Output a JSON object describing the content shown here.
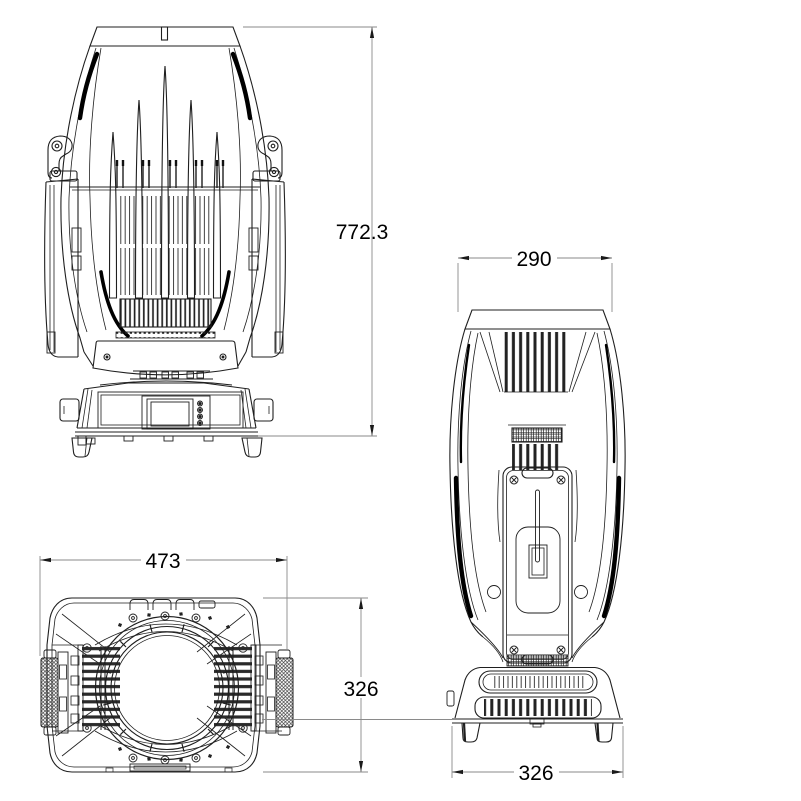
{
  "document": {
    "type": "technical dimensional drawing",
    "background_color": "#ffffff",
    "line_color": "#1f1f1f",
    "dimension_line_color": "#8a8a8a",
    "label_color": "#000000"
  },
  "dimensions": {
    "overall_height": {
      "value": "772.3"
    },
    "head_top_width": {
      "value": "290"
    },
    "front_width": {
      "value": "473"
    },
    "front_height": {
      "value": "326"
    },
    "base_width": {
      "value": "326"
    }
  }
}
